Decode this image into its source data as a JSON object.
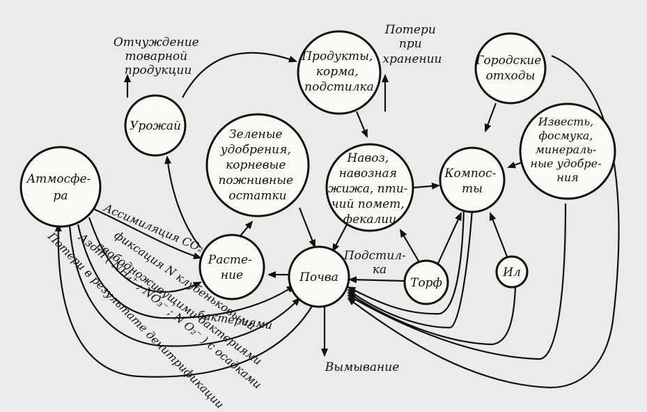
{
  "nodes": {
    "atmosphere": [
      "Атмосфе-",
      "ра"
    ],
    "harvest": [
      "Урожай"
    ],
    "products": [
      "Продукты,",
      "корма,",
      "подстилка"
    ],
    "green_manure": [
      "Зеленые",
      "удобрения,",
      "корневые",
      "пожнивные",
      "остатки"
    ],
    "manure": [
      "Навоз,",
      "навозная",
      "жижа, пти-",
      "чий помет,",
      "фекалии"
    ],
    "urban_waste": [
      "Городские",
      "отходы"
    ],
    "lime": [
      "Известь,",
      "фосмука,",
      "минераль-",
      "ные удобре-",
      "ния"
    ],
    "compost": [
      "Компос-",
      "ты"
    ],
    "plant": [
      "Расте-",
      "ние"
    ],
    "soil": [
      "Почва"
    ],
    "peat": [
      "Торф"
    ],
    "silt": [
      "Ил"
    ]
  },
  "labels": {
    "alienation": [
      "Отчуждение",
      "товарной",
      "продукции"
    ],
    "storage_losses": [
      "Потери",
      "при",
      "хранении"
    ],
    "bedding": [
      "Подстил-",
      "ка"
    ],
    "leaching": "Вымывание",
    "assimilation": "Ассимиляция CO₂",
    "fixation_nodule": [
      "фиксация N клубеньковыми",
      "бактериями"
    ],
    "fixation_free": [
      "свободноживущими бактериями"
    ],
    "nitrogen_precip": "Азот ( NH₄⁺ ; NO₃⁻ ; N O₂⁻ ) с осадками",
    "denitrification": "Потери в результате денитрификации"
  }
}
